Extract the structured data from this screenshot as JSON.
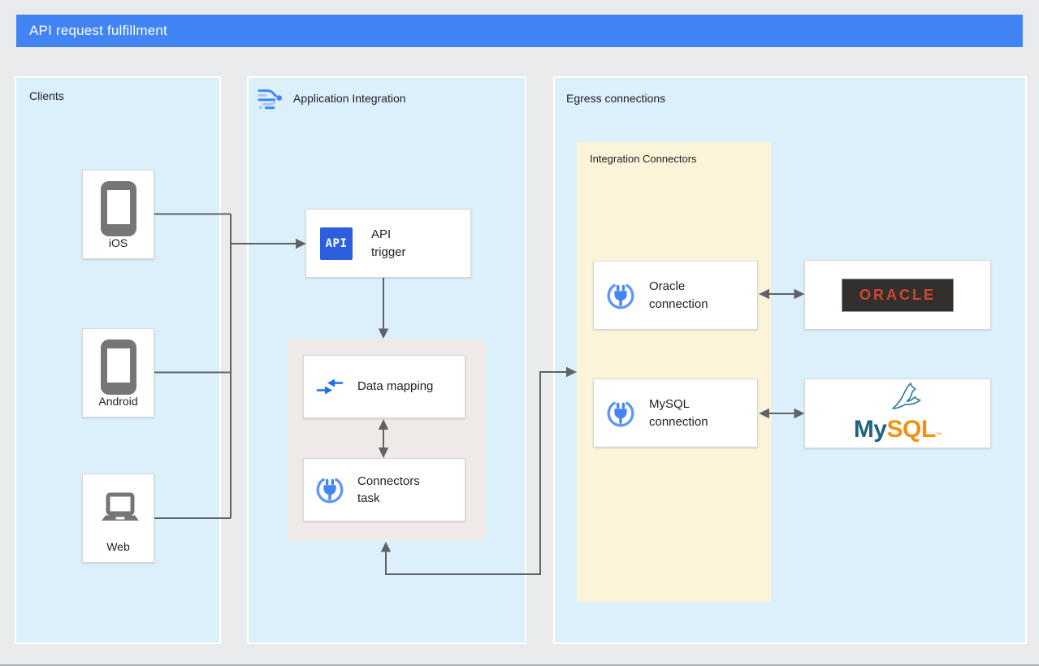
{
  "header": {
    "title": "API request fulfillment"
  },
  "colors": {
    "header_bg": "#4284F3",
    "page_bg": "#EAEBEC",
    "panel_bg": "#DCF0FB",
    "process_group_bg": "#EFEAE7",
    "integration_connectors_bg": "#FCF4D9",
    "connector_line": "#5F6368",
    "api_badge_bg": "#2B5FDF",
    "oracle_box_bg": "#332F2C",
    "oracle_red": "#CE4732",
    "mysql_teal": "#1F6380",
    "mysql_orange": "#F29111",
    "icon_blue": "#4285F4",
    "icon_blue_light": "#A8C7FA",
    "device_gray": "#767676"
  },
  "clients": {
    "title": "Clients",
    "items": [
      {
        "label": "iOS",
        "icon": "smartphone-icon"
      },
      {
        "label": "Android",
        "icon": "smartphone-icon"
      },
      {
        "label": "Web",
        "icon": "laptop-icon"
      }
    ]
  },
  "application_integration": {
    "title": "Application Integration",
    "api_trigger": {
      "badge": "API",
      "label": "API\ntrigger"
    },
    "data_mapping": {
      "label": "Data mapping"
    },
    "connectors_task": {
      "label": "Connectors\ntask"
    }
  },
  "egress": {
    "title": "Egress connections",
    "integration_connectors": {
      "title": "Integration Connectors",
      "connections": [
        {
          "label": "Oracle\nconnection"
        },
        {
          "label": "MySQL\nconnection"
        }
      ]
    },
    "systems": [
      {
        "name": "Oracle",
        "wordmark": "ORACLE"
      },
      {
        "name": "MySQL",
        "wordmark_my": "My",
        "wordmark_sql": "SQL",
        "trademark": "™"
      }
    ]
  }
}
